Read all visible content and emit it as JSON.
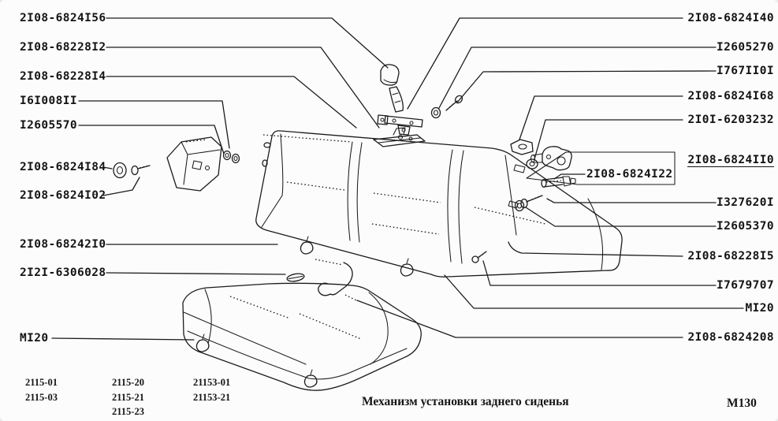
{
  "page": {
    "caption": "Механизм установки заднего сиденья",
    "figure_code": "М130"
  },
  "labels_left": [
    {
      "text": "2I08-6824I56"
    },
    {
      "text": "2I08-68228I2"
    },
    {
      "text": "2I08-68228I4"
    },
    {
      "text": "I6I008II"
    },
    {
      "text": "I2605570"
    },
    {
      "text": "2I08-6824I84"
    },
    {
      "text": "2I08-6824I02"
    },
    {
      "text": "2I08-68242I0"
    },
    {
      "text": "2I2I-6306028"
    },
    {
      "text": "МI20"
    }
  ],
  "labels_right": [
    {
      "text": "2I08-6824I40"
    },
    {
      "text": "I2605270"
    },
    {
      "text": "I767II0I"
    },
    {
      "text": "2I08-6824I68"
    },
    {
      "text": "2I0I-6203232"
    },
    {
      "text": "2I08-6824II0",
      "underlined": true
    },
    {
      "text": "I327620I"
    },
    {
      "text": "I2605370"
    },
    {
      "text": "2I08-68228I5"
    },
    {
      "text": "I7679707"
    },
    {
      "text": "МI20"
    },
    {
      "text": "2I08-6824208"
    }
  ],
  "boxed_label": {
    "text": "2I08-6824I22"
  },
  "variant_table": {
    "col1": [
      "2115-01",
      "2115-03"
    ],
    "col2": [
      "2115-20",
      "2115-21",
      "2115-23"
    ],
    "col3": [
      "21153-01",
      "21153-21"
    ]
  }
}
